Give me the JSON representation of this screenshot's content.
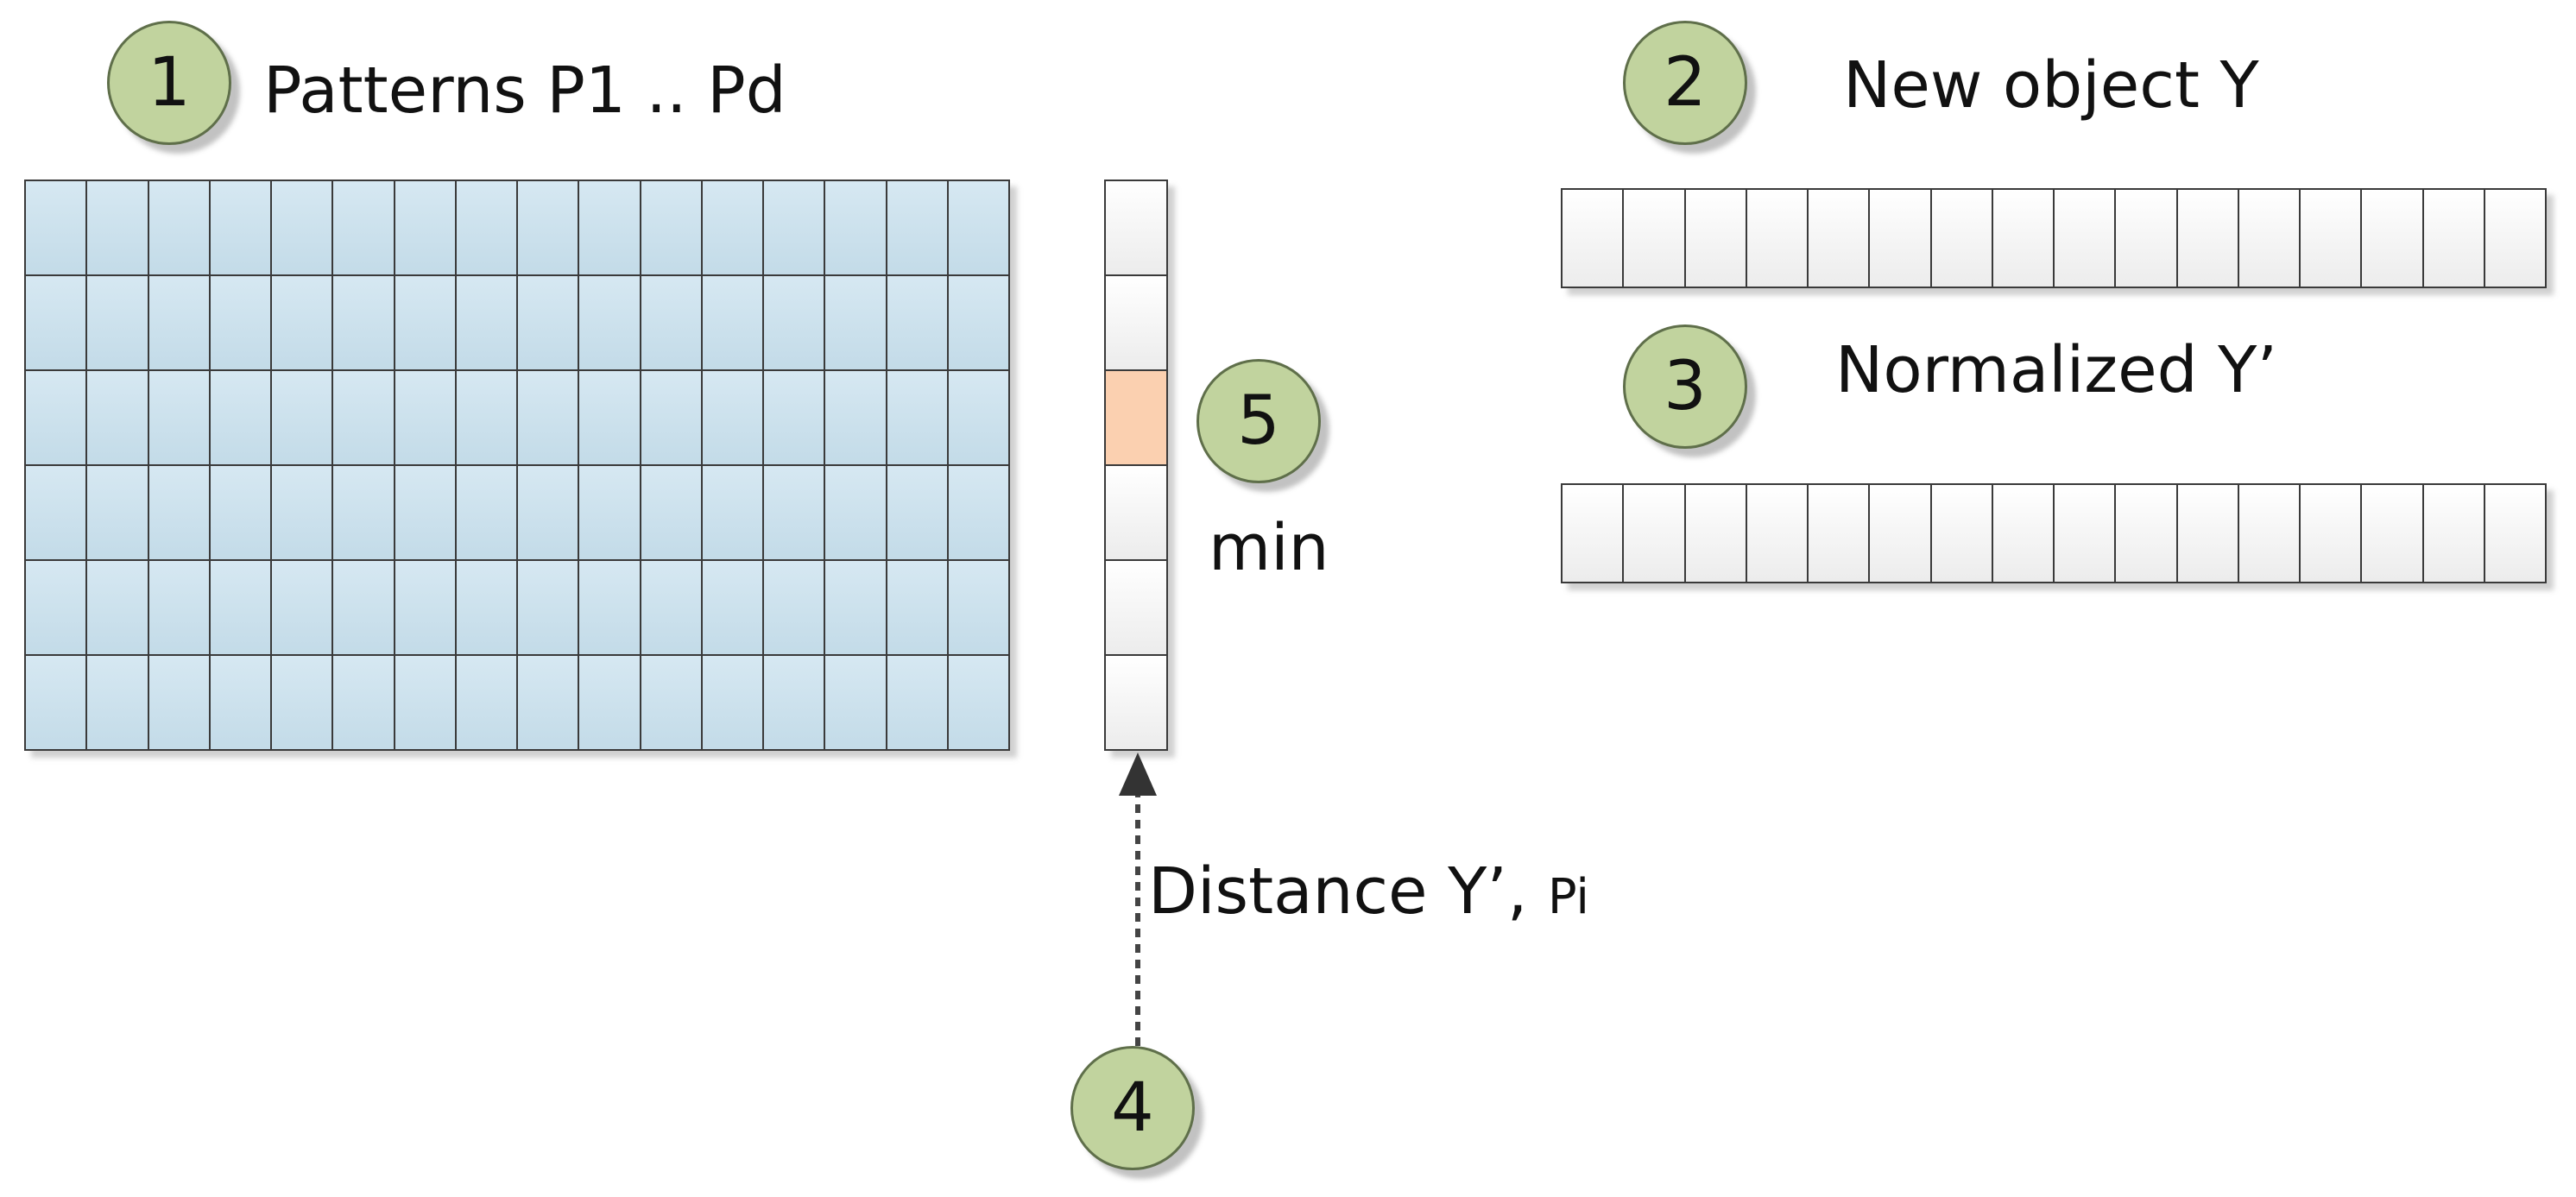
{
  "steps": [
    {
      "number": "1",
      "label": "Patterns P1 .. Pd"
    },
    {
      "number": "2",
      "label": "New object Y"
    },
    {
      "number": "3",
      "label": "Normalized Y’"
    },
    {
      "number": "4",
      "label_main": "Distance Y’, ",
      "label_sub": "Pi"
    },
    {
      "number": "5",
      "label": "min"
    }
  ],
  "colors": {
    "badge_fill": "#c1d39e",
    "pattern_cell": "#cde2ee",
    "vector_cell": "#f6f6f6",
    "min_highlight": "#fbd0b0"
  }
}
